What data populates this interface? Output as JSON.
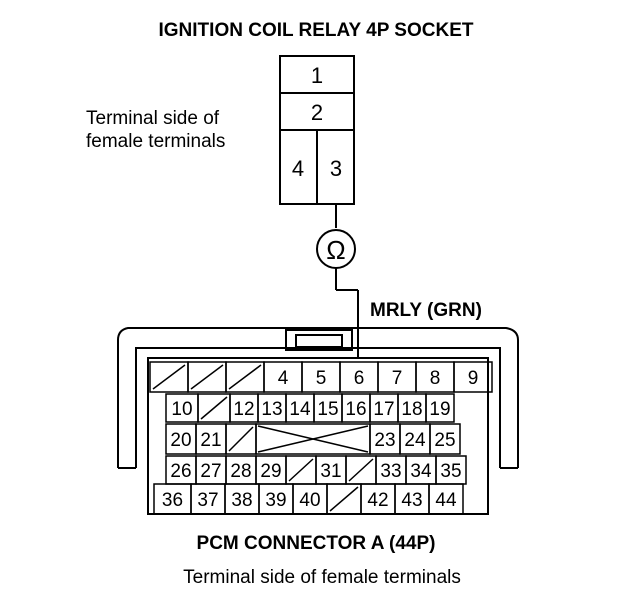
{
  "relay": {
    "title": "IGNITION COIL RELAY 4P SOCKET",
    "side_label_line1": "Terminal side of",
    "side_label_line2": "female terminals",
    "terminals": [
      "1",
      "2",
      "4",
      "3"
    ]
  },
  "meter": {
    "symbol": "Ω"
  },
  "wire": {
    "label": "MRLY (GRN)"
  },
  "pcm": {
    "title": "PCM CONNECTOR A (44P)",
    "footer": "Terminal side of female terminals",
    "rows": [
      [
        "/",
        "/",
        "/",
        "4",
        "5",
        "6",
        "7",
        "8",
        "9"
      ],
      [
        "10",
        "/",
        "12",
        "13",
        "14",
        "15",
        "16",
        "17",
        "18",
        "19"
      ],
      [
        "20",
        "21",
        "/",
        "X",
        "23",
        "24",
        "25"
      ],
      [
        "26",
        "27",
        "28",
        "29",
        "/",
        "31",
        "/",
        "33",
        "34",
        "35"
      ],
      [
        "36",
        "37",
        "38",
        "39",
        "40",
        "/",
        "42",
        "43",
        "44"
      ]
    ]
  }
}
